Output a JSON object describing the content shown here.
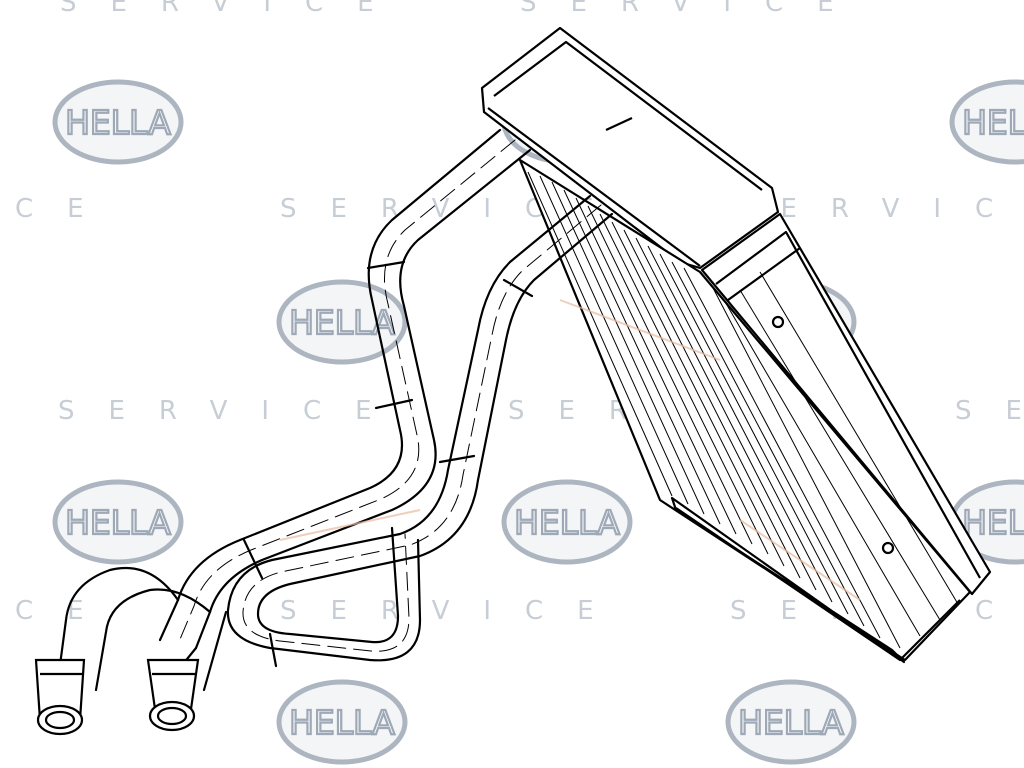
{
  "watermark": {
    "logo_text": "HELLA",
    "service_text": "SERVICE",
    "logo_color": "#8a96a6",
    "logo_fill": "#eef1f4",
    "text_color": "#9aa6b4"
  },
  "drawing": {
    "subject": "heater-core-heat-exchanger-line-art",
    "line_color": "#000000",
    "background": "#ffffff",
    "accent_color": "#e8b9a0"
  }
}
